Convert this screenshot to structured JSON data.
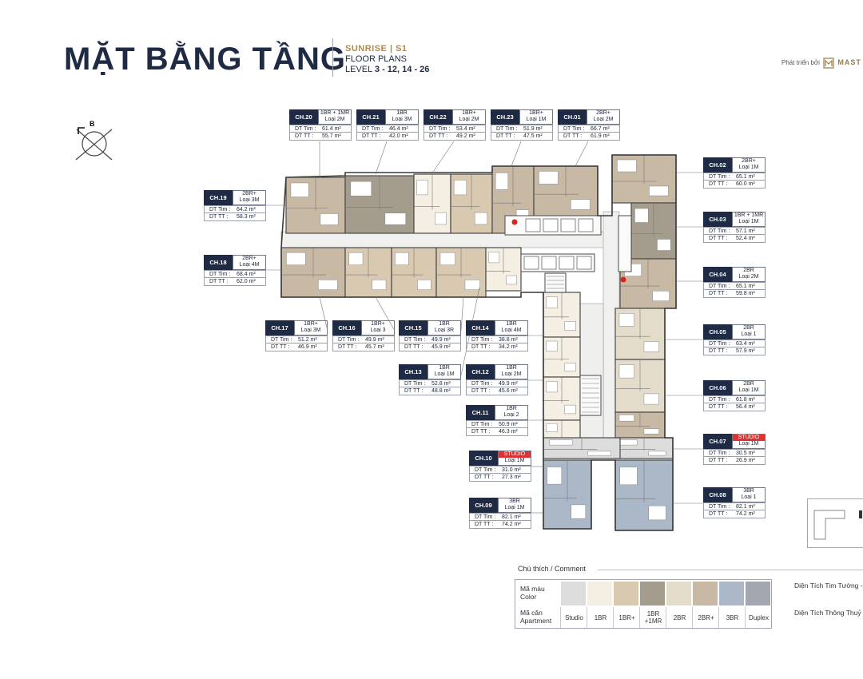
{
  "header": {
    "title": "MẶT BẰNG TẦNG",
    "project": "SUNRISE | S1",
    "floor_plans": "FLOOR PLANS",
    "level_label": "LEVEL",
    "level_values": "3 - 12, 14 - 26",
    "developer_prefix": "Phát triển bởi",
    "developer_brand": "MAST"
  },
  "compass": {
    "label": "B"
  },
  "area_labels": {
    "tim": "DT Tim :",
    "tt": "DT TT :"
  },
  "units": [
    {
      "code": "CH.20",
      "type": "1BR + 1MR",
      "layout": "Loại 2M",
      "tim": "61.4 m²",
      "tt": "55.7 m²"
    },
    {
      "code": "CH.21",
      "type": "1BR",
      "layout": "Loại 3M",
      "tim": "46.4 m²",
      "tt": "42.0 m²"
    },
    {
      "code": "CH.22",
      "type": "1BR+",
      "layout": "Loại 2M",
      "tim": "53.4 m²",
      "tt": "49.2 m²"
    },
    {
      "code": "CH.23",
      "type": "1BR+",
      "layout": "Loại 1M",
      "tim": "51.9 m²",
      "tt": "47.5 m²"
    },
    {
      "code": "CH.01",
      "type": "2BR+",
      "layout": "Loại 2M",
      "tim": "66.7 m²",
      "tt": "61.9 m²"
    },
    {
      "code": "CH.02",
      "type": "2BR+",
      "layout": "Loại 1M",
      "tim": "65.1 m²",
      "tt": "60.0 m²"
    },
    {
      "code": "CH.03",
      "type": "1BR + 1MR",
      "layout": "Loại 1M",
      "tim": "57.1 m²",
      "tt": "52.4 m²"
    },
    {
      "code": "CH.04",
      "type": "2BR",
      "layout": "Loại 2M",
      "tim": "65.1 m²",
      "tt": "59.8 m²"
    },
    {
      "code": "CH.05",
      "type": "2BR",
      "layout": "Loại 1",
      "tim": "63.4 m²",
      "tt": "57.9 m²"
    },
    {
      "code": "CH.06",
      "type": "2BR",
      "layout": "Loại 1M",
      "tim": "61.8 m²",
      "tt": "56.4 m²"
    },
    {
      "code": "CH.07",
      "type": "STUDIO",
      "layout": "Loại 1M",
      "tim": "30.5 m²",
      "tt": "26.9 m²",
      "highlight": true
    },
    {
      "code": "CH.08",
      "type": "3BR",
      "layout": "Loại 1",
      "tim": "82.1 m²",
      "tt": "74.2 m²"
    },
    {
      "code": "CH.09",
      "type": "3BR",
      "layout": "Loại 1M",
      "tim": "82.1 m²",
      "tt": "74.2 m²"
    },
    {
      "code": "CH.10",
      "type": "STUDIO",
      "layout": "Loại 1M",
      "tim": "31.0 m²",
      "tt": "27.3 m²",
      "highlight": true
    },
    {
      "code": "CH.11",
      "type": "1BR",
      "layout": "Loại 2",
      "tim": "50.9 m²",
      "tt": "46.3 m²"
    },
    {
      "code": "CH.12",
      "type": "1BR",
      "layout": "Loại 2M",
      "tim": "49.9 m²",
      "tt": "45.6 m²"
    },
    {
      "code": "CH.13",
      "type": "1BR",
      "layout": "Loại 1M",
      "tim": "52.8 m²",
      "tt": "48.8 m²"
    },
    {
      "code": "CH.14",
      "type": "1BR",
      "layout": "Loại 4M",
      "tim": "38.8 m²",
      "tt": "34.2 m²"
    },
    {
      "code": "CH.15",
      "type": "1BR",
      "layout": "Loại 3R",
      "tim": "49.9 m²",
      "tt": "45.9 m²"
    },
    {
      "code": "CH.16",
      "type": "1BR+",
      "layout": "Loại 3",
      "tim": "49.9 m²",
      "tt": "45.7 m²"
    },
    {
      "code": "CH.17",
      "type": "1BR+",
      "layout": "Loại 3M",
      "tim": "51.2 m²",
      "tt": "46.9 m²"
    },
    {
      "code": "CH.18",
      "type": "2BR+",
      "layout": "Loại 4M",
      "tim": "68.4 m²",
      "tt": "62.0 m²"
    },
    {
      "code": "CH.19",
      "type": "2BR+",
      "layout": "Loại 3M",
      "tim": "64.2 m²",
      "tt": "58.3 m²"
    }
  ],
  "legend": {
    "title": "Chú thích / Comment",
    "color_label": "Mã màu Color",
    "apartment_label": "Mã căn Apartment",
    "items": [
      {
        "name": "Studio",
        "color": "#dcdcdc"
      },
      {
        "name": "1BR",
        "color": "#f4efe2"
      },
      {
        "name": "1BR+",
        "color": "#d9c9b0"
      },
      {
        "name": "1BR +1MR",
        "color": "#a49d8e"
      },
      {
        "name": "2BR",
        "color": "#e3dccb"
      },
      {
        "name": "2BR+",
        "color": "#c7b9a3"
      },
      {
        "name": "3BR",
        "color": "#aab8c8"
      },
      {
        "name": "Duplex",
        "color": "#a3a7b0"
      }
    ],
    "builtup": "Diện Tích Tim Tường - Built-up Area",
    "carpet": "Diện Tích Thông Thuỷ Carpet Area"
  },
  "colors": {
    "navy": "#1f2a44",
    "studio_red": "#d33",
    "gold": "#b08a4a"
  }
}
